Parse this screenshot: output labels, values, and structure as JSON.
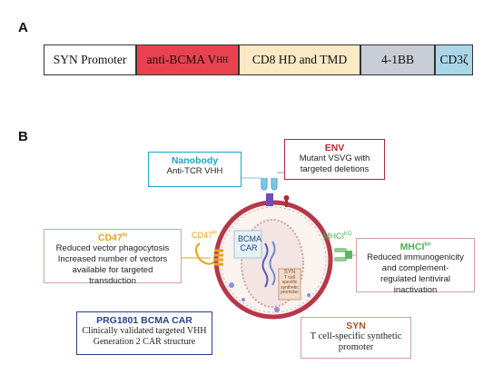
{
  "panel_a": {
    "letter": "A",
    "segments": {
      "syn_promoter": "SYN Promoter",
      "anti_bcma_main": "anti-BCMA V",
      "anti_bcma_sub": "HH",
      "cd8": "CD8 HD and TMD",
      "fourone_bb": "4-1BB",
      "cd3z": "CD3ζ"
    }
  },
  "panel_b": {
    "letter": "B",
    "nanobody": {
      "title": "Nanobody",
      "body": "Anti-TCR VHH"
    },
    "env": {
      "title": "ENV",
      "body": "Mutant VSVG with targeted deletions"
    },
    "cd47": {
      "title": "CD47",
      "title_sup": "hi",
      "lines": [
        "Reduced vector phagocytosis",
        "Increased number of vectors",
        "available for targeted",
        "transduction"
      ]
    },
    "mhci": {
      "title": "MHCI",
      "title_sup": "ko",
      "lines": [
        "Reduced immunogenicity",
        "and complement-",
        "regulated lentiviral",
        "inactivation"
      ]
    },
    "prg": {
      "title": "PRG1801 BCMA CAR",
      "lines": [
        "Clinically validated targeted VHH",
        "Generation 2 CAR structure"
      ]
    },
    "syn": {
      "title": "SYN",
      "lines": [
        "T cell-specific synthetic",
        "promoter"
      ]
    },
    "virion_labels": {
      "cd47": "CD47",
      "cd47_sup": "hi",
      "mhci": "MHCI",
      "mhci_sup": "KO",
      "bcma_car": [
        "BCMA",
        "CAR"
      ],
      "syn_inner": [
        "SYN",
        "T cell",
        "specific",
        "synthetic",
        "promoter"
      ]
    },
    "colors": {
      "nanobody": "#19a7c9",
      "env": "#b02a3a",
      "cd47": "#e8a317",
      "mhci": "#4caf50",
      "prg": "#2a3f8f",
      "syn": "#a0522d",
      "membrane": "#b5384a"
    }
  }
}
